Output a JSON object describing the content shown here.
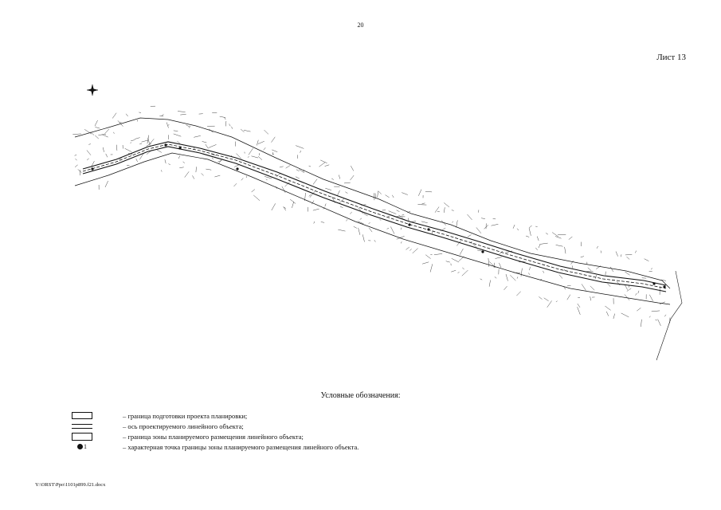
{
  "page_number": "20",
  "sheet_label": "Лист 13",
  "legend": {
    "title": "Условные обозначения:",
    "items": [
      {
        "symbol": "planning-boundary",
        "text": "–  граница подготовки проекта планировки;"
      },
      {
        "symbol": "axis",
        "text": "–  ось проектируемого линейного объекта;"
      },
      {
        "symbol": "zone-boundary",
        "text": "–  граница зоны планируемого размещения линейного объекта;"
      },
      {
        "symbol": "point",
        "symbol_label": "1",
        "text": "–  характерная точка границы зоны планируемого размещения линейного объекта."
      }
    ]
  },
  "file_path": "Y:\\ORST\\Ppo\\1101p899.f21.docx"
}
